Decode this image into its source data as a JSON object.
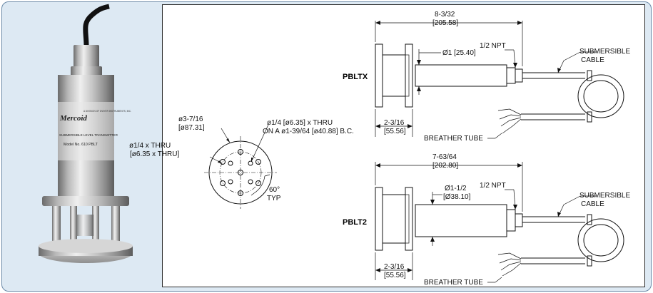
{
  "sensor_photo": {
    "badge_brand": "Mercoid",
    "badge_sub": "A DIVISION OF DWYER INSTRUMENTS, INC.",
    "band_text": "SUBMERSIBLE LEVEL TRANSMITTER",
    "model_text": "Model No. 610 PBLT"
  },
  "flange_view": {
    "outer_dia": "ø3-7/16",
    "outer_dia_mm": "[ø87.31]",
    "hole_left_l1": "ø1/4 x THRU",
    "hole_left_l2": "[ø6.35 x THRU]",
    "hole_bc_l1": "ø1/4 [ø6.35] x THRU",
    "hole_bc_l2": "ON A ø1-39/64 [ø40.88] B.C.",
    "angle": "60°",
    "angle_typ": "TYP"
  },
  "pbltx": {
    "model": "PBLTX",
    "overall_len": "8-3/32",
    "overall_len_mm": "[205.58]",
    "body_dia": "Ø1 [25.40]",
    "npt": "1/2 NPT",
    "flange_len": "2-3/16",
    "flange_len_mm": "[55.56]",
    "cable_l1": "SUBMERSIBLE",
    "cable_l2": "CABLE",
    "breather": "BREATHER TUBE"
  },
  "pblt2": {
    "model": "PBLT2",
    "overall_len": "7-63/64",
    "overall_len_mm": "[202.80]",
    "body_dia": "Ø1-1/2",
    "body_dia_mm": "[Ø38.10]",
    "npt": "1/2 NPT",
    "flange_len": "2-3/16",
    "flange_len_mm": "[55.56]",
    "cable_l1": "SUBMERSIBLE",
    "cable_l2": "CABLE",
    "breather": "BREATHER TUBE"
  }
}
